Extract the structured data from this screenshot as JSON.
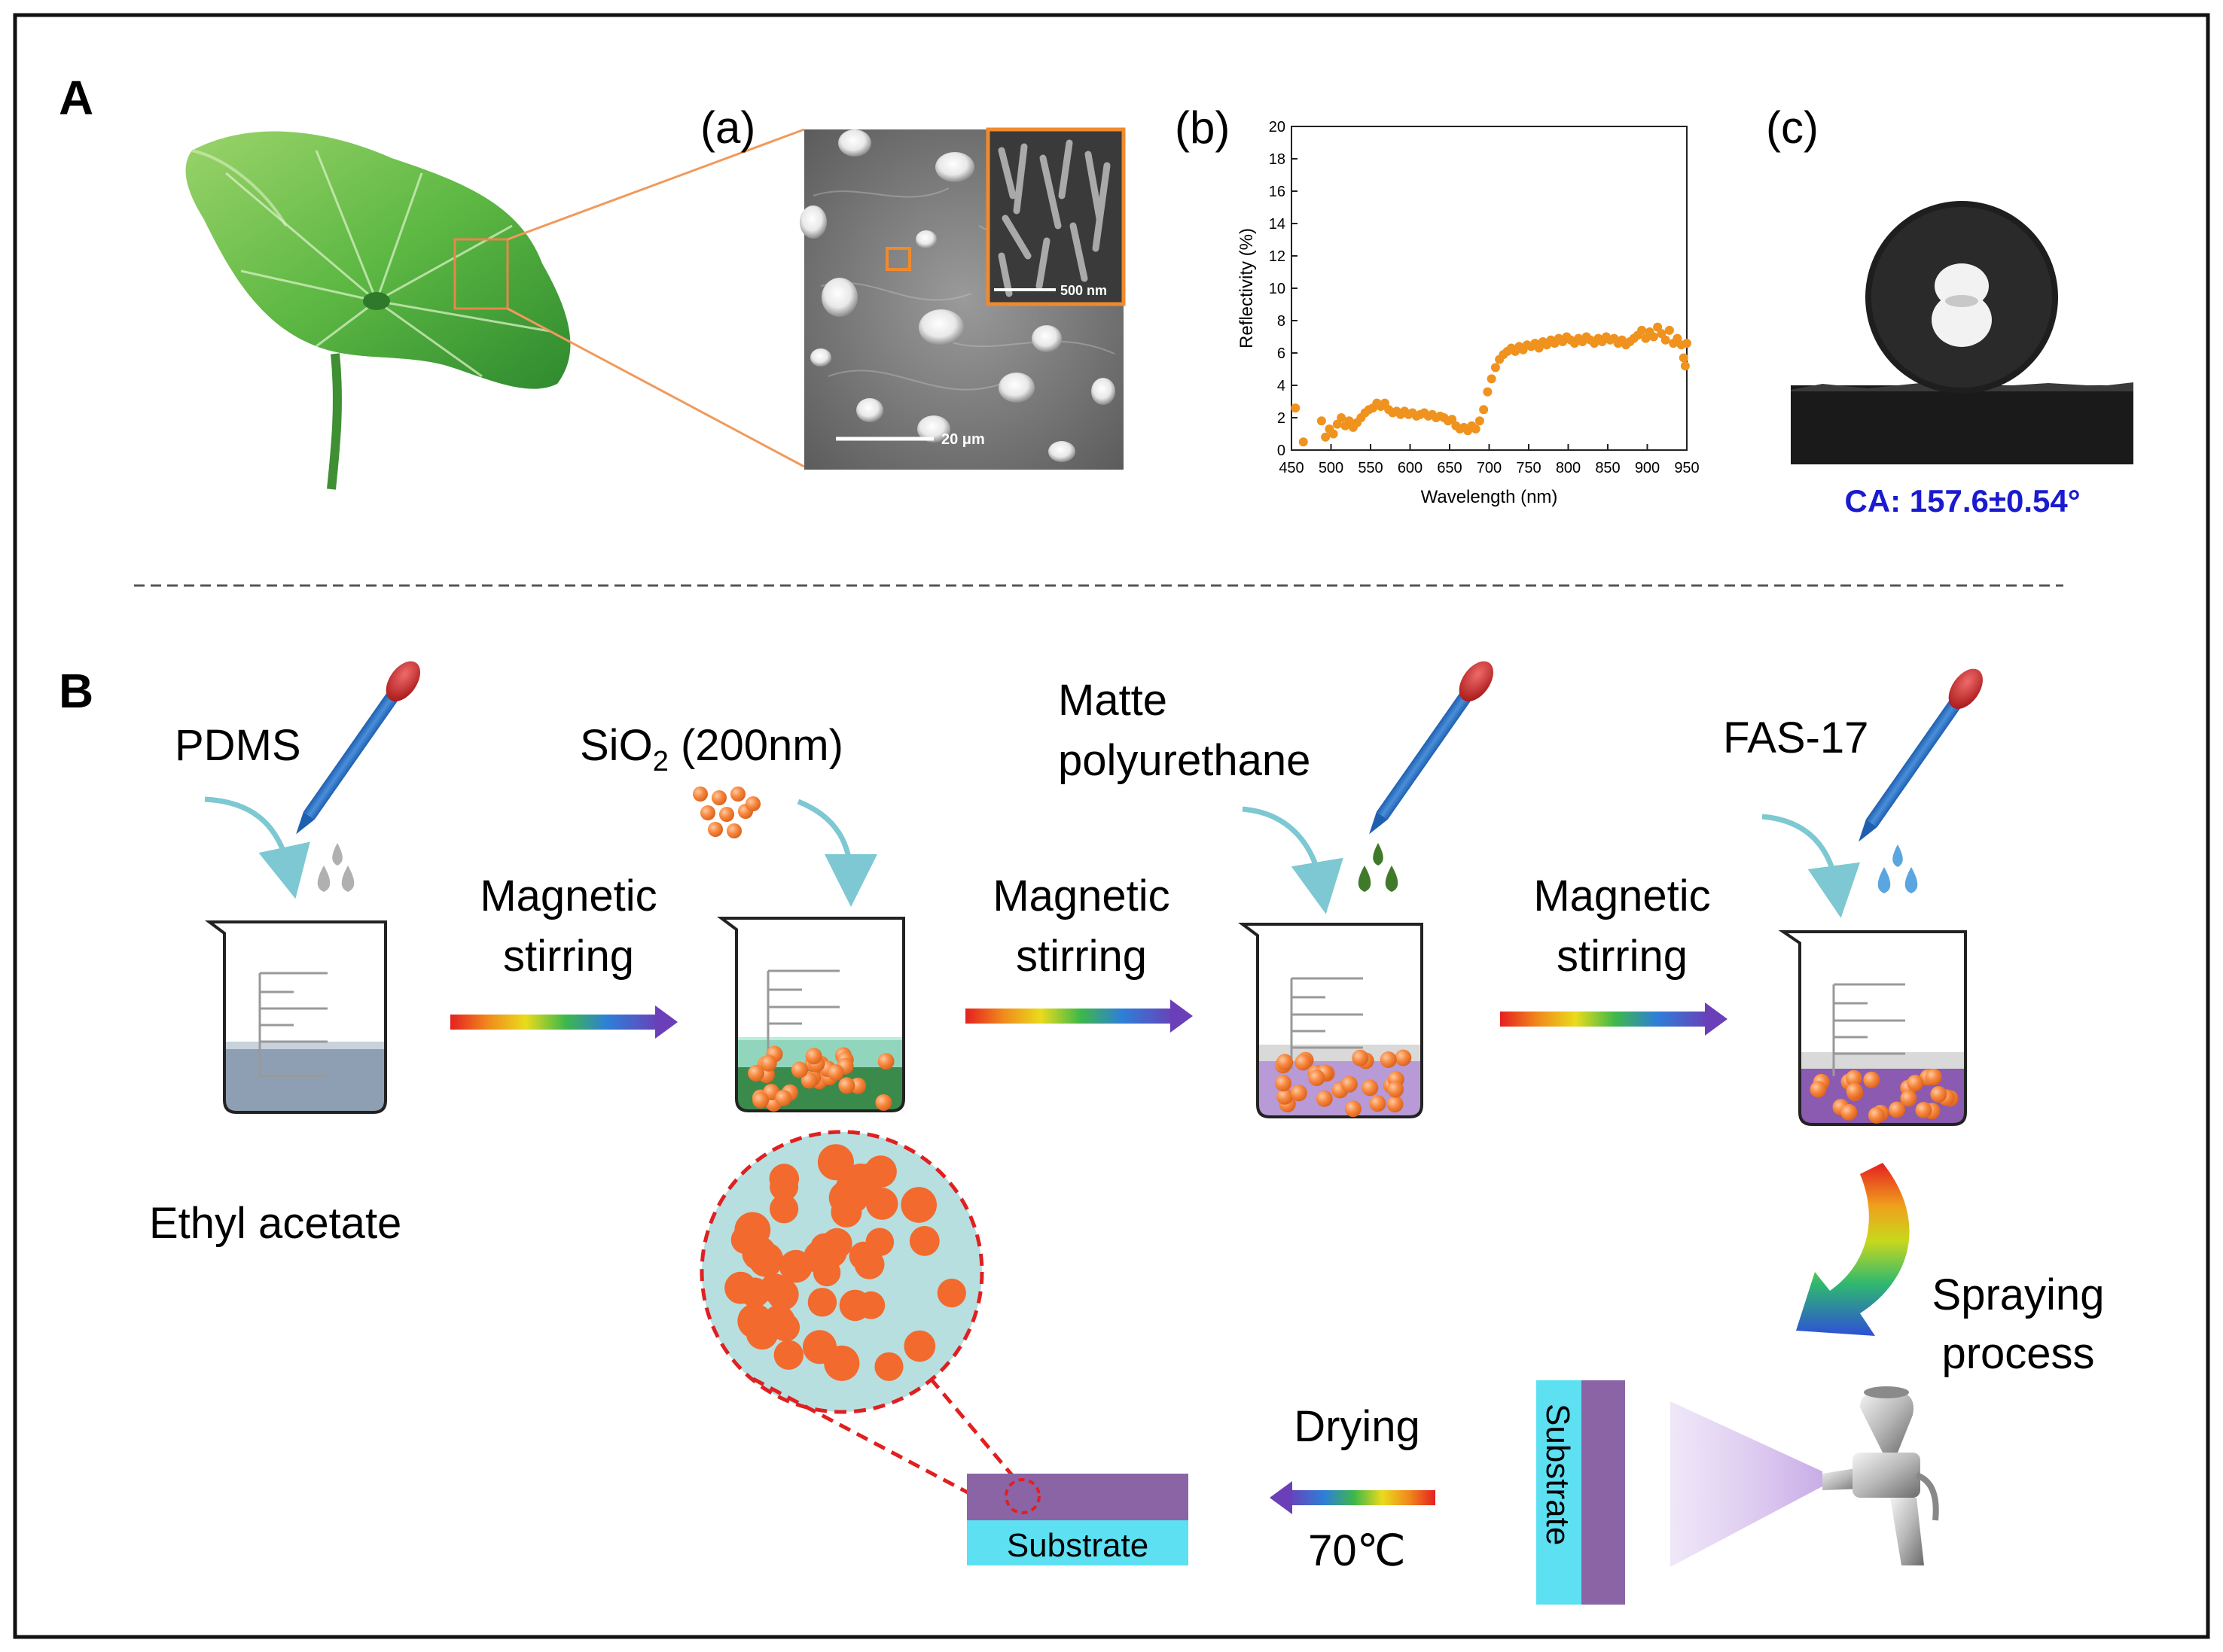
{
  "panelA": {
    "label": "A",
    "sub_a": "(a)",
    "sub_b": "(b)",
    "sub_c": "(c)",
    "sem_scale": "20 μm",
    "inset_scale": "500 nm",
    "contact_angle": "CA: 157.6±0.54°"
  },
  "panelB": {
    "label": "B",
    "pdms": "PDMS",
    "sio2_main": "SiO",
    "sio2_sub": "2",
    "sio2_rest": " (200nm)",
    "matte_line1": "Matte",
    "matte_line2": "polyurethane",
    "fas": "FAS-17",
    "ethyl": "Ethyl acetate",
    "stir1_l1": "Magnetic",
    "stir1_l2": "stirring",
    "stir2_l1": "Magnetic",
    "stir2_l2": "stirring",
    "stir3_l1": "Magnetic",
    "stir3_l2": "stirring",
    "spray_l1": "Spraying",
    "spray_l2": "process",
    "drying": "Drying",
    "temp": "70℃",
    "substrate_vertical": "Substrate",
    "substrate_bottom": "Substrate"
  },
  "chart_data": {
    "type": "scatter",
    "title": "",
    "xlabel": "Wavelength (nm)",
    "ylabel": "Reflectivity (%)",
    "xlim": [
      450,
      950
    ],
    "ylim": [
      0,
      20
    ],
    "xticks": [
      450,
      500,
      550,
      600,
      650,
      700,
      750,
      800,
      850,
      900,
      950
    ],
    "yticks": [
      0,
      2,
      4,
      6,
      8,
      10,
      12,
      14,
      16,
      18,
      20
    ],
    "grid": false,
    "marker_color": "#F0921E",
    "points": [
      [
        455,
        2.6
      ],
      [
        465,
        0.5
      ],
      [
        488,
        1.8
      ],
      [
        493,
        0.8
      ],
      [
        498,
        1.3
      ],
      [
        503,
        1.0
      ],
      [
        508,
        1.6
      ],
      [
        513,
        2.0
      ],
      [
        518,
        1.5
      ],
      [
        523,
        1.8
      ],
      [
        528,
        1.4
      ],
      [
        533,
        1.7
      ],
      [
        538,
        2.0
      ],
      [
        543,
        2.3
      ],
      [
        548,
        2.5
      ],
      [
        553,
        2.6
      ],
      [
        558,
        2.9
      ],
      [
        563,
        2.7
      ],
      [
        568,
        2.9
      ],
      [
        573,
        2.5
      ],
      [
        578,
        2.3
      ],
      [
        583,
        2.4
      ],
      [
        588,
        2.2
      ],
      [
        593,
        2.4
      ],
      [
        598,
        2.2
      ],
      [
        603,
        2.3
      ],
      [
        608,
        2.1
      ],
      [
        613,
        2.2
      ],
      [
        618,
        2.3
      ],
      [
        623,
        2.1
      ],
      [
        628,
        2.2
      ],
      [
        633,
        2.0
      ],
      [
        638,
        2.1
      ],
      [
        643,
        2.0
      ],
      [
        648,
        1.8
      ],
      [
        653,
        1.9
      ],
      [
        658,
        1.5
      ],
      [
        663,
        1.3
      ],
      [
        668,
        1.4
      ],
      [
        673,
        1.2
      ],
      [
        678,
        1.5
      ],
      [
        683,
        1.3
      ],
      [
        688,
        1.8
      ],
      [
        693,
        2.5
      ],
      [
        698,
        3.6
      ],
      [
        703,
        4.4
      ],
      [
        708,
        5.1
      ],
      [
        713,
        5.6
      ],
      [
        718,
        5.9
      ],
      [
        723,
        6.1
      ],
      [
        728,
        6.3
      ],
      [
        733,
        6.1
      ],
      [
        738,
        6.4
      ],
      [
        743,
        6.2
      ],
      [
        748,
        6.5
      ],
      [
        753,
        6.4
      ],
      [
        758,
        6.6
      ],
      [
        763,
        6.3
      ],
      [
        768,
        6.7
      ],
      [
        773,
        6.5
      ],
      [
        778,
        6.8
      ],
      [
        783,
        6.6
      ],
      [
        788,
        6.9
      ],
      [
        793,
        6.7
      ],
      [
        798,
        7.0
      ],
      [
        803,
        6.8
      ],
      [
        808,
        6.6
      ],
      [
        813,
        6.9
      ],
      [
        818,
        6.7
      ],
      [
        823,
        7.0
      ],
      [
        828,
        6.8
      ],
      [
        833,
        6.6
      ],
      [
        838,
        6.9
      ],
      [
        843,
        6.7
      ],
      [
        848,
        7.0
      ],
      [
        853,
        6.8
      ],
      [
        858,
        6.9
      ],
      [
        863,
        6.6
      ],
      [
        868,
        6.8
      ],
      [
        873,
        6.5
      ],
      [
        878,
        6.7
      ],
      [
        883,
        6.9
      ],
      [
        888,
        7.1
      ],
      [
        893,
        7.4
      ],
      [
        898,
        6.9
      ],
      [
        903,
        7.3
      ],
      [
        908,
        7.0
      ],
      [
        913,
        7.6
      ],
      [
        918,
        7.2
      ],
      [
        923,
        6.8
      ],
      [
        928,
        7.4
      ],
      [
        933,
        6.6
      ],
      [
        938,
        6.9
      ],
      [
        943,
        6.5
      ],
      [
        946,
        5.7
      ],
      [
        948,
        5.2
      ],
      [
        950,
        6.6
      ]
    ]
  },
  "colors": {
    "leaf": "#5DB843",
    "orange_particle": "#F26A2E",
    "pdms_liquid": "#8E9FB3",
    "sio2_liquid": "#3A8A4C",
    "matte_liquid": "#B79AD6",
    "fas_liquid": "#8A5BB0",
    "substrate_blue": "#5CE0F2",
    "coating_purple": "#8B64A6",
    "ca_text": "#1A1AD0",
    "arrow_teal": "#7DC8D2"
  }
}
